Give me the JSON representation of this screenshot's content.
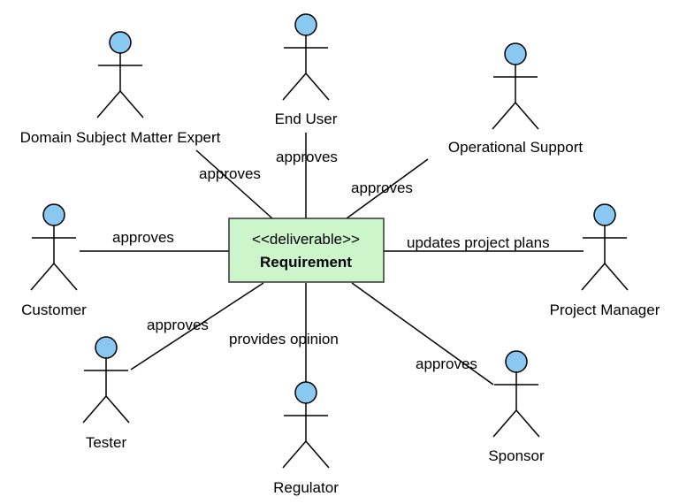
{
  "diagram": {
    "type": "use-case-style stakeholder diagram",
    "center": {
      "stereotype": "<<deliverable>>",
      "name": "Requirement",
      "fill_color": "#ccf5cc",
      "border_color": "#333333"
    },
    "actor_head_color": "#89c8f0",
    "actors": [
      {
        "id": "end-user",
        "name": "End User"
      },
      {
        "id": "domain-sme",
        "name": "Domain Subject Matter Expert"
      },
      {
        "id": "operational-support",
        "name": "Operational Support"
      },
      {
        "id": "customer",
        "name": "Customer"
      },
      {
        "id": "project-manager",
        "name": "Project Manager"
      },
      {
        "id": "tester",
        "name": "Tester"
      },
      {
        "id": "regulator",
        "name": "Regulator"
      },
      {
        "id": "sponsor",
        "name": "Sponsor"
      }
    ],
    "relations": [
      {
        "actor": "end-user",
        "label": "approves"
      },
      {
        "actor": "domain-sme",
        "label": "approves"
      },
      {
        "actor": "operational-support",
        "label": "approves"
      },
      {
        "actor": "customer",
        "label": "approves"
      },
      {
        "actor": "project-manager",
        "label": "updates project plans"
      },
      {
        "actor": "tester",
        "label": "approves"
      },
      {
        "actor": "regulator",
        "label": "provides opinion"
      },
      {
        "actor": "sponsor",
        "label": "approves"
      }
    ]
  }
}
